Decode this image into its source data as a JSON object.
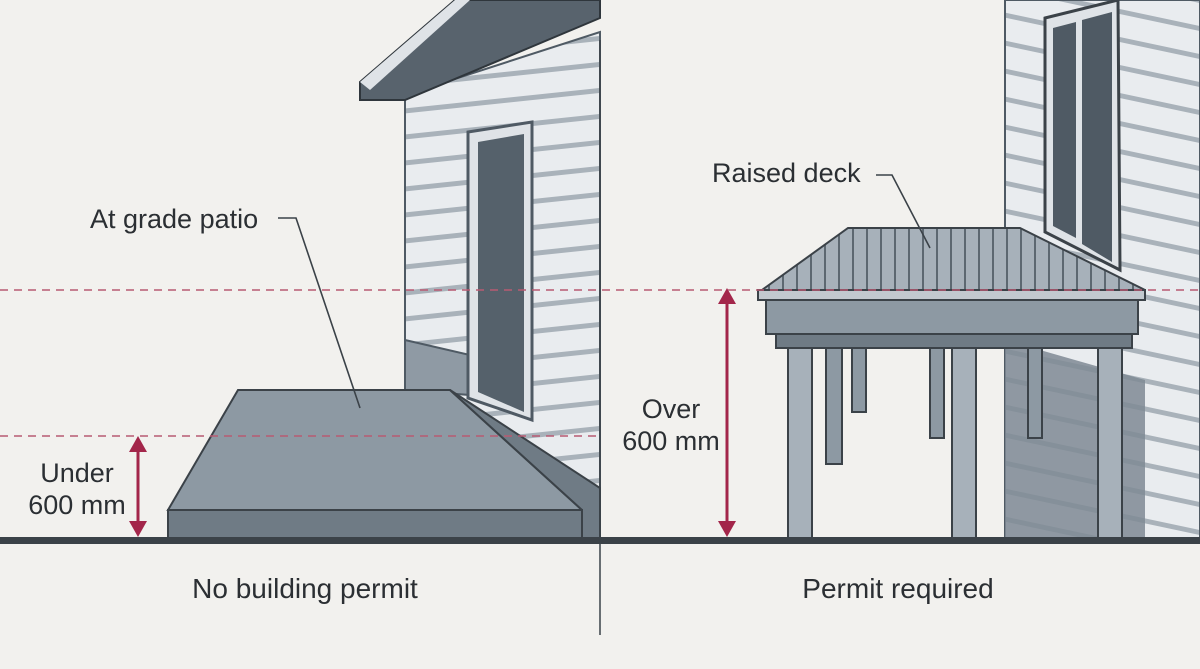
{
  "left_panel": {
    "callout": "At grade patio",
    "height_label_line1": "Under",
    "height_label_line2": "600 mm",
    "caption": "No building permit"
  },
  "right_panel": {
    "callout": "Raised deck",
    "height_label_line1": "Over",
    "height_label_line2": "600 mm",
    "caption": "Permit required"
  },
  "colors": {
    "background": "#f2f1ee",
    "accent_dimension": "#a3264a",
    "dashed_reference": "#b85a72",
    "siding": "#e6e9ec",
    "structure_dark": "#4f5a64",
    "patio": "#8d99a3",
    "ground": "#3b4248"
  }
}
